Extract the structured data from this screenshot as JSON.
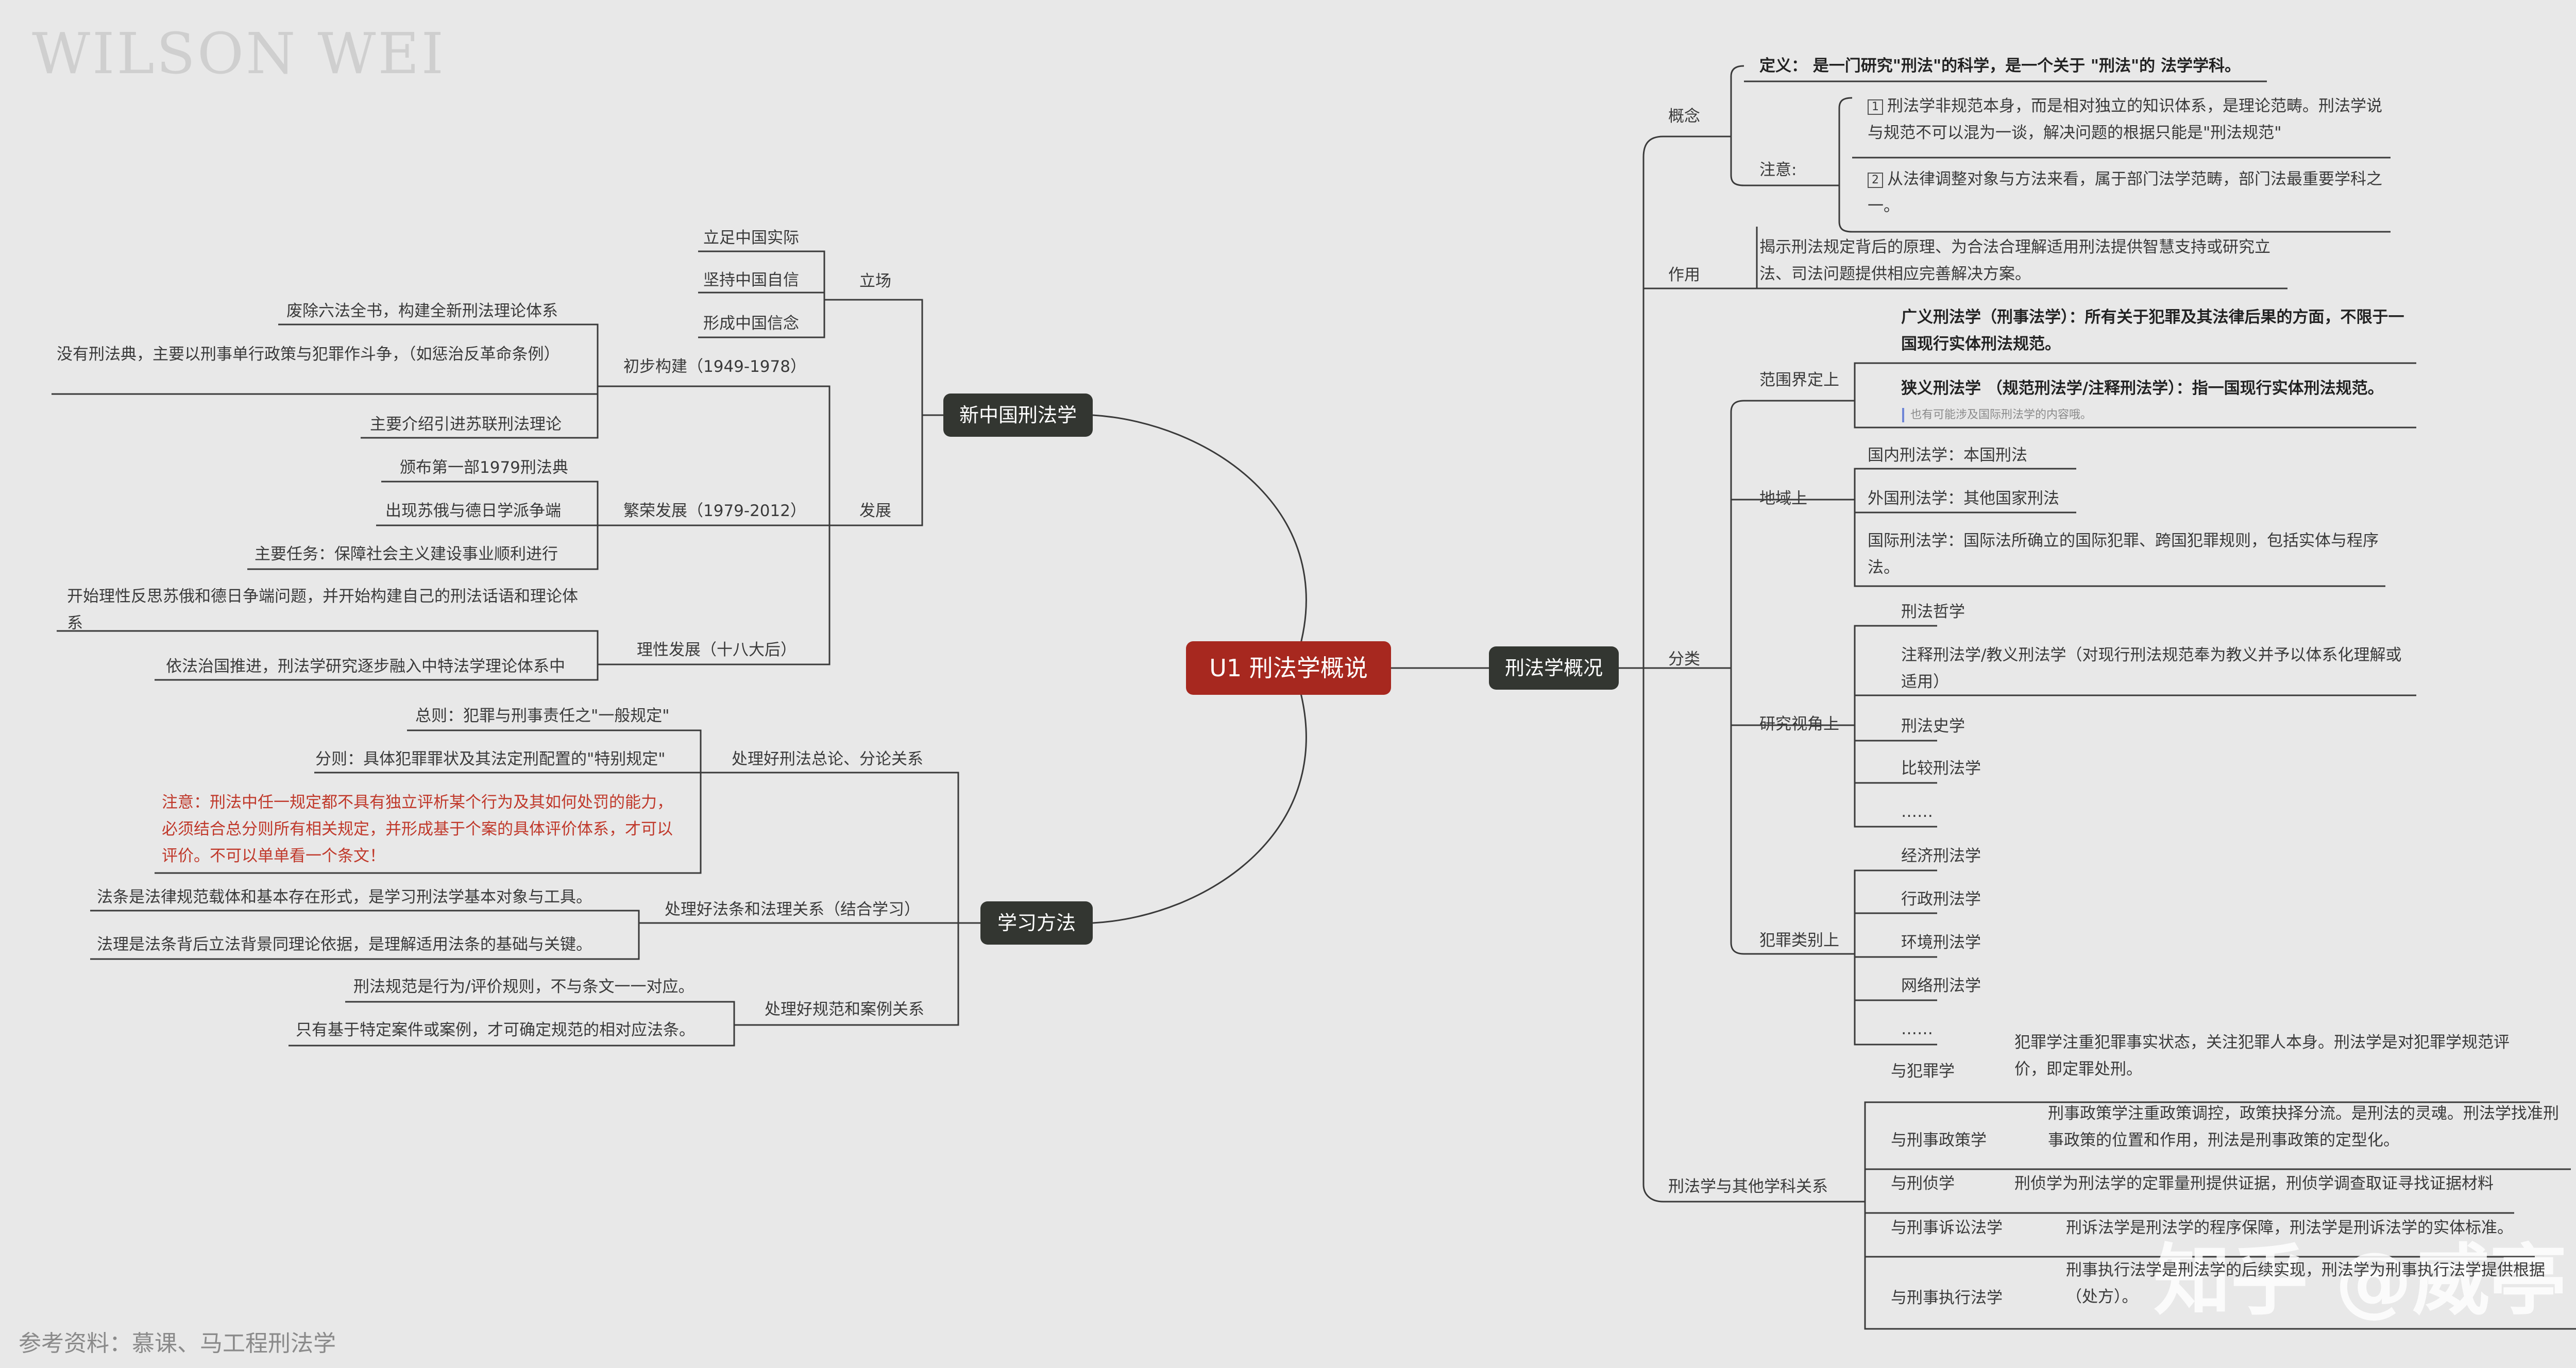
{
  "watermark": {
    "author": "WILSON  WEI",
    "brand": "知乎 @威亭",
    "source": "参考资料：慕课、马工程刑法学"
  },
  "root": "U1 刑法学概说",
  "b_overview": "刑法学概况",
  "b_china": "新中国刑法学",
  "b_method": "学习方法",
  "concept": {
    "label": "概念",
    "def": "定义： 是一门研究\"刑法\"的科学，是一个关于 \"刑法\"的 法学学科。",
    "note_label": "注意:",
    "note1_num": "1",
    "note1": "刑法学非规范本身，而是相对独立的知识体系，是理论范畴。刑法学说与规范不可以混为一谈，解决问题的根据只能是\"刑法规范\"",
    "note2_num": "2",
    "note2": "从法律调整对象与方法来看，属于部门法学范畴，部门法最重要学科之一。"
  },
  "role": {
    "label": "作用",
    "text": "揭示刑法规定背后的原理、为合法合理解适用刑法提供智慧支持或研究立法、司法问题提供相应完善解决方案。"
  },
  "classify": {
    "label": "分类",
    "scope_label": "范围界定上",
    "scope_broad": "广义刑法学（刑事法学）：所有关于犯罪及其法律后果的方面，不限于一国现行实体刑法规范。",
    "scope_narrow": "狭义刑法学 （规范刑法学/注释刑法学）：指一国现行实体刑法规范。",
    "scope_note": "也有可能涉及国际刑法学的内容哦。",
    "region_label": "地域上",
    "region": [
      "国内刑法学：本国刑法",
      "外国刑法学：其他国家刑法",
      "国际刑法学：国际法所确立的国际犯罪、跨国犯罪规则，包括实体与程序法。"
    ],
    "view_label": "研究视角上",
    "view": [
      "刑法哲学",
      "注释刑法学/教义刑法学（对现行刑法规范奉为教义并予以体系化理解或适用）",
      "刑法史学",
      "比较刑法学",
      "……"
    ],
    "crime_label": "犯罪类别上",
    "crime": [
      "经济刑法学",
      "行政刑法学",
      "环境刑法学",
      "网络刑法学",
      "……"
    ]
  },
  "relation": {
    "label": "刑法学与其他学科关系",
    "items": [
      {
        "k": "与犯罪学",
        "v": "犯罪学注重犯罪事实状态，关注犯罪人本身。刑法学是对犯罪学规范评价，即定罪处刑。"
      },
      {
        "k": "与刑事政策学",
        "v": "刑事政策学注重政策调控，政策抉择分流。是刑法的灵魂。刑法学找准刑事政策的位置和作用，刑法是刑事政策的定型化。"
      },
      {
        "k": "与刑侦学",
        "v": "刑侦学为刑法学的定罪量刑提供证据，刑侦学调查取证寻找证据材料"
      },
      {
        "k": "与刑事诉讼法学",
        "v": "刑诉法学是刑法学的程序保障，刑法学是刑诉法学的实体标准。"
      },
      {
        "k": "与刑事执行法学",
        "v": "刑事执行法学是刑法学的后续实现，刑法学为刑事执行法学提供根据（处方）。"
      }
    ]
  },
  "china": {
    "stance_label": "立场",
    "stance": [
      "立足中国实际",
      "坚持中国自信",
      "形成中国信念"
    ],
    "dev_label": "发展",
    "initial_label": "初步构建（1949-1978）",
    "initial": [
      "废除六法全书，构建全新刑法理论体系",
      "没有刑法典，主要以刑事单行政策与犯罪作斗争，（如惩治反革命条例）",
      "主要介绍引进苏联刑法理论"
    ],
    "prosper_label": "繁荣发展（1979-2012）",
    "prosper": [
      "颁布第一部1979刑法典",
      "出现苏俄与德日学派争端",
      "主要任务：保障社会主义建设事业顺利进行"
    ],
    "rational_label": "理性发展（十八大后）",
    "rational": [
      "开始理性反思苏俄和德日争端问题，并开始构建自己的刑法话语和理论体系",
      "依法治国推进，刑法学研究逐步融入中特法学理论体系中"
    ]
  },
  "method": {
    "m1_label": "处理好刑法总论、分论关系",
    "m1": [
      "总则：犯罪与刑事责任之\"一般规定\"",
      "分则：具体犯罪罪状及其法定刑配置的\"特别规定\""
    ],
    "m1_note": "注意：刑法中任一规定都不具有独立评析某个行为及其如何处罚的能力，必须结合总分则所有相关规定，并形成基于个案的具体评价体系，才可以评价。不可以单单看一个条文！",
    "m2_label": "处理好法条和法理关系（结合学习）",
    "m2": [
      "法条是法律规范载体和基本存在形式，是学习刑法学基本对象与工具。",
      "法理是法条背后立法背景同理论依据，是理解适用法条的基础与关键。"
    ],
    "m3_label": "处理好规范和案例关系",
    "m3": [
      "刑法规范是行为/评价规则，不与条文一一对应。",
      "只有基于特定案件或案例，才可确定规范的相对应法条。"
    ]
  }
}
